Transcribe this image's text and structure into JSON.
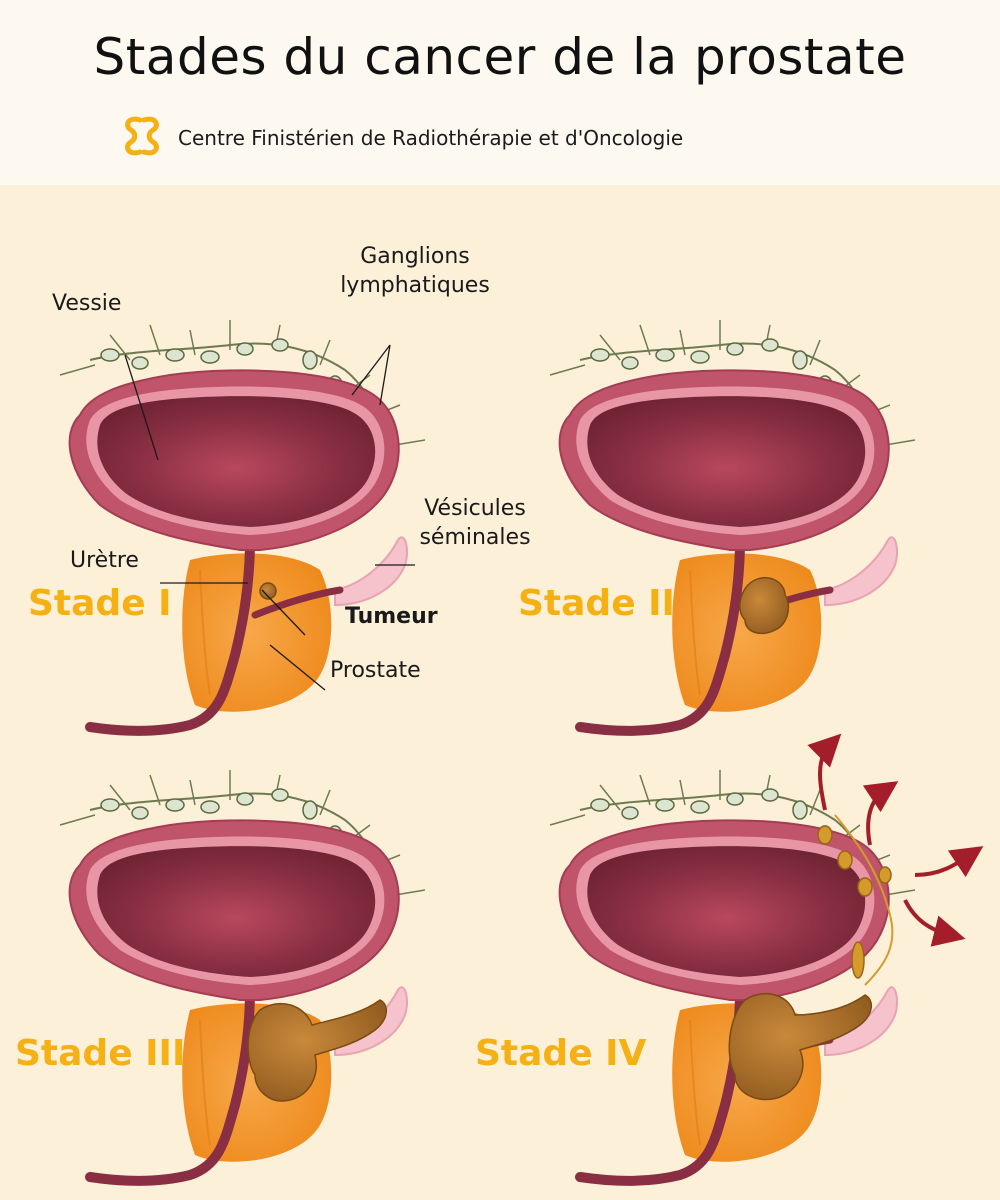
{
  "header": {
    "title": "Stades du cancer de la prostate",
    "organization": "Centre Finistérien de Radiothérapie et d'Oncologie",
    "logo_icon": "cfro-logo-icon",
    "brand_color": "#f5b014"
  },
  "labels": {
    "vessie": "Vessie",
    "ganglions_line1": "Ganglions",
    "ganglions_line2": "lymphatiques",
    "vesicules_line1": "Vésicules",
    "vesicules_line2": "séminales",
    "uretre": "Urètre",
    "tumeur": "Tumeur",
    "prostate": "Prostate"
  },
  "stages": [
    {
      "label": "Stade I"
    },
    {
      "label": "Stade II"
    },
    {
      "label": "Stade III"
    },
    {
      "label": "Stade IV"
    }
  ],
  "colors": {
    "background": "#fdf0d9",
    "header_background": "#fdf9f1",
    "stage_text": "#f5b014",
    "bladder_wall": "#b54a5d",
    "bladder_inner": "#7e2a3b",
    "prostate": "#f39a2b",
    "tumor": "#b0782a",
    "node": "#dfe6d2",
    "metastasis_arrow": "#a31d2a"
  }
}
